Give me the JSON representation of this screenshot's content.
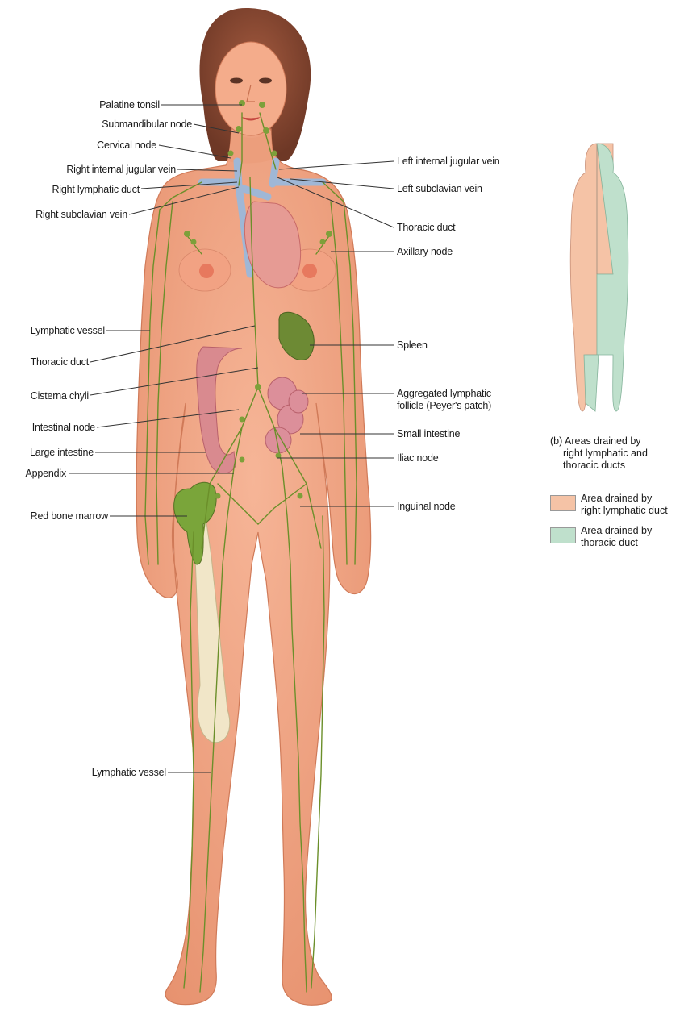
{
  "colors": {
    "skin": "#f2a787",
    "skin_dark": "#d9805e",
    "hair": "#8a4a35",
    "lymph": "#6b8f2a",
    "vein": "#9fb7d6",
    "marrow": "#7aa53a",
    "spleen": "#6d8a34",
    "intestine": "#d98a8f",
    "right_duct_area": "#f5c3a6",
    "thoracic_duct_area": "#bfe0cc"
  },
  "labels_left": [
    "Palatine tonsil",
    "Submandibular node",
    "Cervical node",
    "Right internal jugular vein",
    "Right lymphatic duct",
    "Right subclavian vein",
    "Lymphatic vessel",
    "Thoracic duct",
    "Cisterna chyli",
    "Intestinal node",
    "Large intestine",
    "Appendix",
    "Red bone marrow",
    "Lymphatic vessel"
  ],
  "labels_right": [
    "Left internal jugular vein",
    "Left subclavian vein",
    "Thoracic duct",
    "Axillary node",
    "Spleen",
    "Aggregated lymphatic",
    "follicle (Peyer's patch)",
    "Small intestine",
    "Iliac node",
    "Inguinal node"
  ],
  "inset": {
    "caption_lines": [
      "(b) Areas drained by",
      "right lymphatic and",
      "thoracic ducts"
    ],
    "legend": [
      {
        "lines": [
          "Area drained by",
          "right lymphatic duct"
        ],
        "color": "#f5c3a6"
      },
      {
        "lines": [
          "Area drained by",
          "thoracic duct"
        ],
        "color": "#bfe0cc"
      }
    ]
  }
}
